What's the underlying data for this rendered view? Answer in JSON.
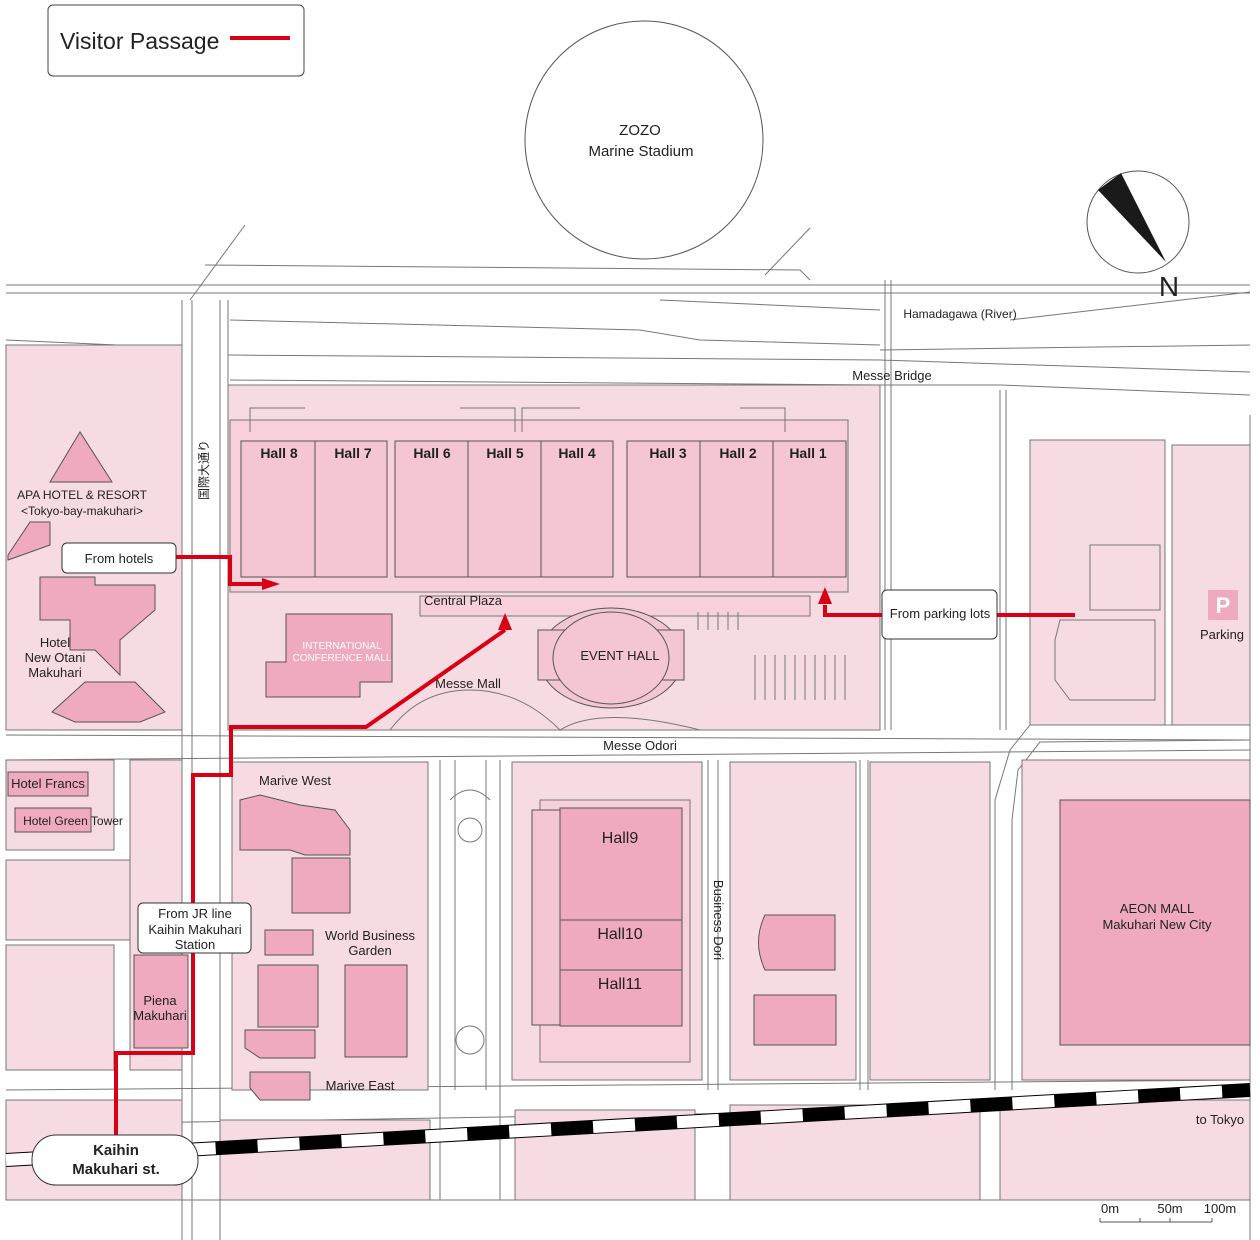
{
  "legend": {
    "label": "Visitor Passage",
    "color": "#d90016"
  },
  "stadium": {
    "line1": "ZOZO",
    "line2": "Marine Stadium"
  },
  "compass": {
    "north": "N",
    "icon": "north-arrow-icon"
  },
  "labels": {
    "river": "Hamadagawa (River)",
    "bridge": "Messe Bridge",
    "kokusai": "国際大通り",
    "apa1": "APA HOTEL & RESORT",
    "apa2": "<Tokyo-bay-makuhari>",
    "from_hotels": "From hotels",
    "otani1": "Hotel",
    "otani2": "New Otani",
    "otani3": "Makuhari",
    "central_plaza": "Central Plaza",
    "icm1": "INTERNATIONAL",
    "icm2": "CONFERENCE MALL",
    "messe_mall": "Messe Mall",
    "event_hall": "EVENT HALL",
    "from_parking": "From parking lots",
    "parking": "Parking",
    "parking_icon": "P",
    "messe_odori": "Messe Odori",
    "francs": "Hotel Francs",
    "green": "Hotel Green Tower",
    "marive_west": "Marive West",
    "jr1": "From JR line",
    "jr2": "Kaihin Makuhari",
    "jr3": "Station",
    "wbg1": "World Business",
    "wbg2": "Garden",
    "piena1": "Piena",
    "piena2": "Makuhari",
    "marive_east": "Marive East",
    "business_dori": "Business Dori",
    "aeon1": "AEON MALL",
    "aeon2": "Makuhari New City",
    "station1": "Kaihin",
    "station2": "Makuhari st.",
    "to_tokyo": "to Tokyo",
    "scale0": "0m",
    "scale50": "50m",
    "scale100": "100m"
  },
  "halls": {
    "h8": "Hall 8",
    "h7": "Hall 7",
    "h6": "Hall 6",
    "h5": "Hall 5",
    "h4": "Hall 4",
    "h3": "Hall 3",
    "h2": "Hall 2",
    "h1": "Hall 1",
    "h9": "Hall9",
    "h10": "Hall10",
    "h11": "Hall11"
  },
  "colors": {
    "building": "#efaac0",
    "block": "#f6dbe3",
    "route": "#d90016",
    "rail": "#000000"
  }
}
